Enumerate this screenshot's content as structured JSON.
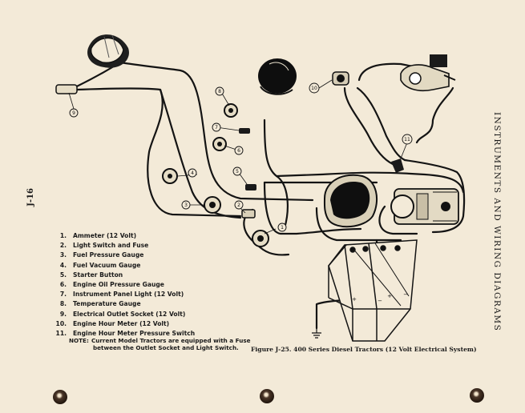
{
  "side_title": "INSTRUMENTS AND WIRING DIAGRAMS",
  "page_number": "J-16",
  "legend": [
    {
      "num": "1.",
      "label": "Ammeter (12 Volt)"
    },
    {
      "num": "2.",
      "label": "Light Switch and Fuse"
    },
    {
      "num": "3.",
      "label": "Fuel Pressure Gauge"
    },
    {
      "num": "4.",
      "label": "Fuel Vacuum Gauge"
    },
    {
      "num": "5.",
      "label": "Starter Button"
    },
    {
      "num": "6.",
      "label": "Engine Oil Pressure Gauge"
    },
    {
      "num": "7.",
      "label": "Instrument Panel Light (12 Volt)"
    },
    {
      "num": "8.",
      "label": "Temperature Gauge"
    },
    {
      "num": "9.",
      "label": "Electrical Outlet Socket (12 Volt)"
    },
    {
      "num": "10.",
      "label": "Engine Hour Meter (12 Volt)"
    },
    {
      "num": "11.",
      "label": "Engine Hour Meter Pressure Switch"
    }
  ],
  "note": {
    "label": "NOTE:",
    "line1": "Current Model Tractors are equipped with a Fuse",
    "line2": "between the Outlet Socket and Light Switch."
  },
  "caption": "Figure J-25.  400 Series Diesel Tractors (12 Volt Electrical System)",
  "callouts": [
    "1",
    "2",
    "3",
    "4",
    "5",
    "6",
    "7",
    "8",
    "9",
    "10",
    "11"
  ],
  "battery_terminals": [
    "+",
    "−",
    "+",
    "−"
  ]
}
